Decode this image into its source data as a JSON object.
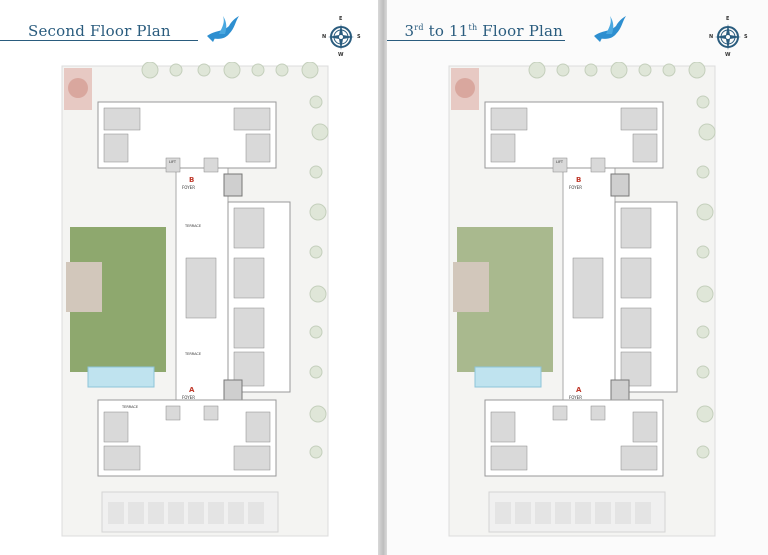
{
  "pages": [
    {
      "title": "Second Floor Plan",
      "compass": {
        "n": "N",
        "e": "E",
        "s": "S",
        "w": "W"
      },
      "labels": {
        "foyer_b": "FOYER",
        "foyer_a": "FOYER",
        "wing_b": "B",
        "wing_a": "A",
        "terrace_top": "TERRACE",
        "terrace_mid": "TERRACE",
        "terrace_left": "TERRACE",
        "lift": "LIFT"
      }
    },
    {
      "title_main": "3",
      "title_sup1": "rd",
      "title_mid": " to 11",
      "title_sup2": "th",
      "title_end": " Floor Plan",
      "compass": {
        "n": "N",
        "e": "E",
        "s": "S",
        "w": "W"
      },
      "labels": {
        "foyer_b": "FOYER",
        "foyer_a": "FOYER",
        "wing_b": "B",
        "wing_a": "A",
        "lift": "LIFT"
      }
    }
  ],
  "colors": {
    "accent": "#2a5c7e",
    "bird": "#2e8fd0",
    "lawn": "#8ea86e",
    "pool": "#bfe3ef",
    "wing_mark": "#c0392b"
  }
}
